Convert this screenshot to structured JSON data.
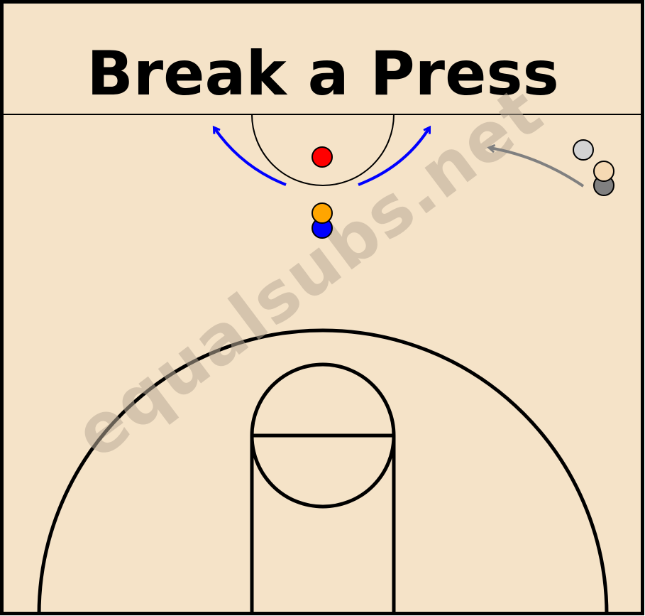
{
  "title": "Break a Press",
  "watermark": "equalsubs.net",
  "colors": {
    "court_background": "#f5e3c8",
    "court_lines": "#000000",
    "watermark": "#b9ab98",
    "move_arrow": "#0000ff",
    "sub_arrow": "#808080"
  },
  "players": [
    {
      "id": "player-red",
      "color": "#ff0000"
    },
    {
      "id": "player-orange",
      "color": "#ffa500"
    },
    {
      "id": "player-blue",
      "color": "#0000ff"
    },
    {
      "id": "sub-light-gray",
      "color": "#d3d3d3"
    },
    {
      "id": "sub-tan",
      "color": "#f5d9b3"
    },
    {
      "id": "sub-dark-gray",
      "color": "#808080"
    }
  ]
}
